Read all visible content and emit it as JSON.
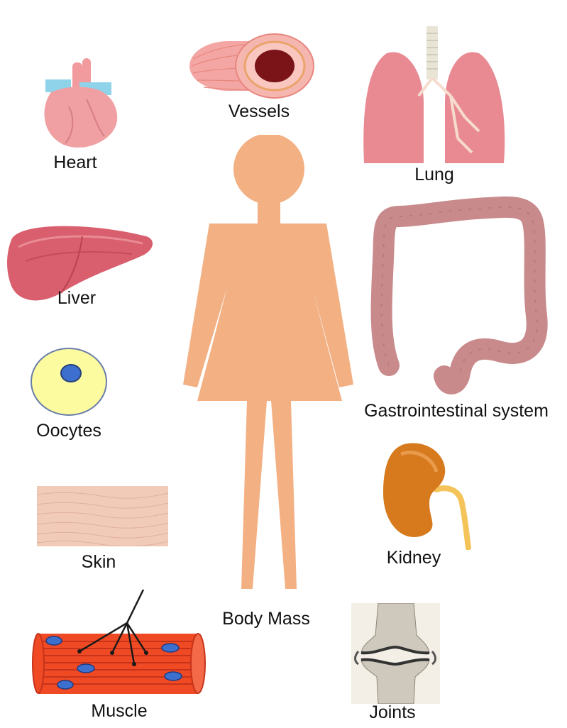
{
  "labels": {
    "heart": "Heart",
    "vessels": "Vessels",
    "lung": "Lung",
    "liver": "Liver",
    "gastrointestinal": "Gastrointestinal system",
    "oocytes": "Oocytes",
    "kidney": "Kidney",
    "skin": "Skin",
    "body_mass": "Body Mass",
    "muscle": "Muscle",
    "joints": "Joints"
  },
  "colors": {
    "body": "#f2b083",
    "heart": "#f0a0a2",
    "vessel": "#f3a6a3",
    "lung": "#e98a92",
    "liver": "#d95f6e",
    "intestine": "#c98a8c",
    "oocyte_cell": "#fdfba0",
    "oocyte_nucleus": "#3d6fce",
    "kidney": "#d77a1e",
    "skin": "#f1cbb8",
    "muscle": "#ef4a24",
    "joint_bone": "#cfc8bc"
  }
}
